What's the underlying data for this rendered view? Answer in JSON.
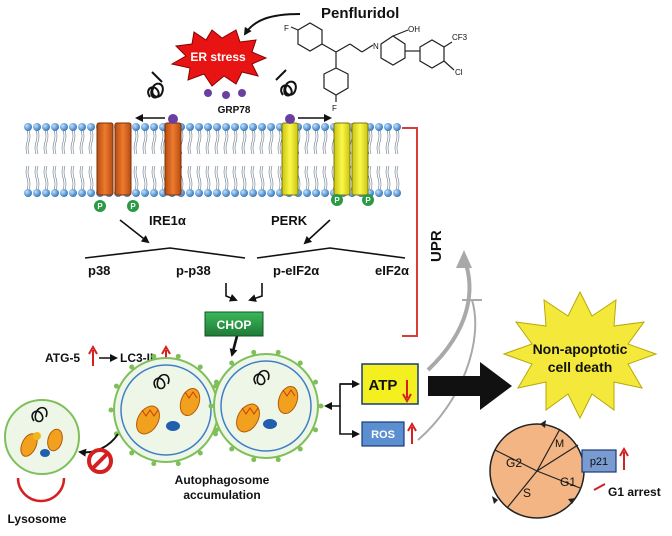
{
  "drug": {
    "name": "Penfluridol"
  },
  "er_stress": {
    "label": "ER stress"
  },
  "chaperone": {
    "label": "GRP78"
  },
  "structure": {
    "f_top": "F",
    "f_bottom": "F",
    "n": "N",
    "oh": "OH",
    "cf3": "CF3",
    "cl": "Cl"
  },
  "receptors": {
    "ire1a": "IRE1α",
    "perk": "PERK",
    "phospho": "P"
  },
  "signals": {
    "p38": "p38",
    "p_p38": "p-p38",
    "p_eif2a": "p-eIF2α",
    "eif2a": "eIF2α",
    "chop": "CHOP"
  },
  "autophagy": {
    "atg5": "ATG-5",
    "lc3": "LC3-II",
    "caption_line1": "Autophagosome",
    "caption_line2": "accumulation"
  },
  "lysosome": {
    "label": "Lysosome"
  },
  "energy": {
    "atp": "ATP",
    "ros": "ROS"
  },
  "upr": {
    "label": "UPR"
  },
  "outcome": {
    "line1": "Non-apoptotic",
    "line2": "cell death"
  },
  "cell_cycle": {
    "g1": "G1",
    "g2": "G2",
    "s": "S",
    "m": "M",
    "p21": "p21",
    "arrest": "G1 arrest"
  },
  "colors": {
    "receptor_orange": "#d9661c",
    "receptor_yellow": "#f2f01c",
    "chop_green": "#2e9a48",
    "atp_yellow": "#f4ef1e",
    "ros_blue": "#5b8fd0",
    "starburst": "#f4e93a",
    "cell_cycle_fill": "#f2b583",
    "up_arrow_red": "#d42020",
    "upr_bracket": "#d93a3a"
  }
}
